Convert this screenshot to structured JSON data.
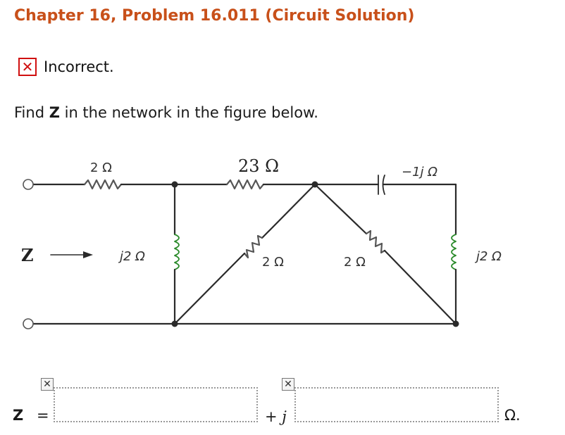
{
  "header": {
    "title": "Chapter 16, Problem 16.011 (Circuit Solution)"
  },
  "status": {
    "icon": "x-icon",
    "text": "Incorrect."
  },
  "problem": {
    "prefix": "Find ",
    "variable": "Z",
    "suffix": " in the network in the figure below."
  },
  "circuit": {
    "r_left": "2 Ω",
    "r_top": "23 Ω",
    "cap": "−1j Ω",
    "z_label": "Z",
    "ind_left": "j2 Ω",
    "r_mid": "2 Ω",
    "r_right": "2 Ω",
    "ind_right": "j2 Ω"
  },
  "answer": {
    "variable": "Z",
    "equals": "=",
    "real_value": "",
    "plus_j": "+ j",
    "imag_value": "",
    "unit": "Ω.",
    "flag_icon": "x-flag-icon"
  },
  "colors": {
    "title": "#c8501a",
    "error": "#d01010"
  }
}
